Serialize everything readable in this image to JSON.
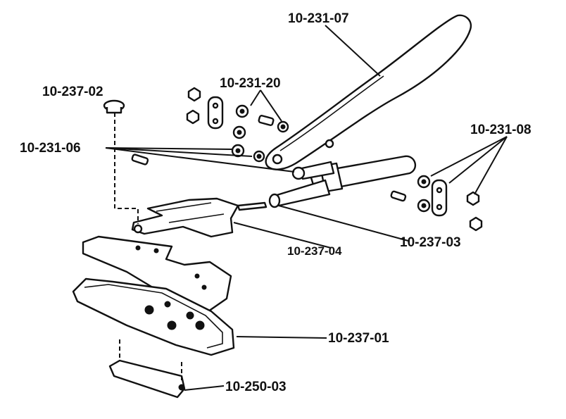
{
  "labels": {
    "handle": "10-231-07",
    "link_pins": "10-231-20",
    "knob": "10-237-02",
    "link_plate": "10-231-06",
    "right_links": "10-231-08",
    "upper_blade": "10-237-04",
    "shaft": "10-237-03",
    "base_plate": "10-237-01",
    "foot": "10-250-03"
  },
  "colors": {
    "ink": "#111111",
    "paper": "#ffffff"
  }
}
